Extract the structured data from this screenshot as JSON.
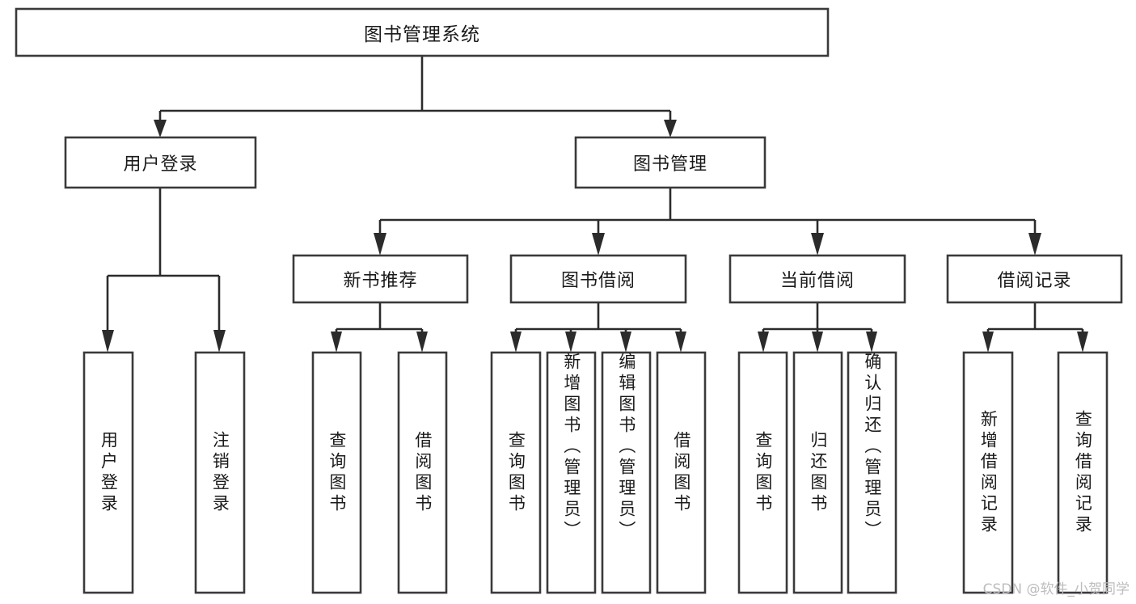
{
  "diagram": {
    "title": "图书管理系统",
    "type": "tree",
    "watermark": "CSDN @软件_小贺同学",
    "levels": {
      "root": {
        "label": "图书管理系统"
      },
      "level2": [
        {
          "id": "user-login",
          "label": "用户登录"
        },
        {
          "id": "book-manage",
          "label": "图书管理"
        }
      ],
      "level3": [
        {
          "id": "new-book-recommend",
          "label": "新书推荐"
        },
        {
          "id": "book-borrow",
          "label": "图书借阅"
        },
        {
          "id": "current-borrow",
          "label": "当前借阅"
        },
        {
          "id": "borrow-record",
          "label": "借阅记录"
        }
      ],
      "leaves": [
        {
          "id": "leaf-user-login",
          "label": "用户登录",
          "parent": "user-login"
        },
        {
          "id": "leaf-logout-login",
          "label": "注销登录",
          "parent": "user-login"
        },
        {
          "id": "leaf-query-book-1",
          "label": "查询图书",
          "parent": "new-book-recommend"
        },
        {
          "id": "leaf-borrow-book-1",
          "label": "借阅图书",
          "parent": "new-book-recommend"
        },
        {
          "id": "leaf-query-book-2",
          "label": "查询图书",
          "parent": "book-borrow"
        },
        {
          "id": "leaf-add-book",
          "label": "新增图书（管理员）",
          "parent": "book-borrow"
        },
        {
          "id": "leaf-edit-book",
          "label": "编辑图书（管理员）",
          "parent": "book-borrow"
        },
        {
          "id": "leaf-borrow-book-2",
          "label": "借阅图书",
          "parent": "book-borrow"
        },
        {
          "id": "leaf-query-book-3",
          "label": "查询图书",
          "parent": "current-borrow"
        },
        {
          "id": "leaf-return-book",
          "label": "归还图书",
          "parent": "current-borrow"
        },
        {
          "id": "leaf-confirm-return",
          "label": "确认归还（管理员）",
          "parent": "current-borrow"
        },
        {
          "id": "leaf-add-record",
          "label": "新增借阅记录",
          "parent": "borrow-record"
        },
        {
          "id": "leaf-query-record",
          "label": "查询借阅记录",
          "parent": "borrow-record"
        }
      ]
    },
    "colors": {
      "box_stroke": "#3a3a3a",
      "connector": "#2b2b2b",
      "background": "#ffffff",
      "text": "#1a1a1a",
      "watermark": "#bdbdbd"
    }
  }
}
